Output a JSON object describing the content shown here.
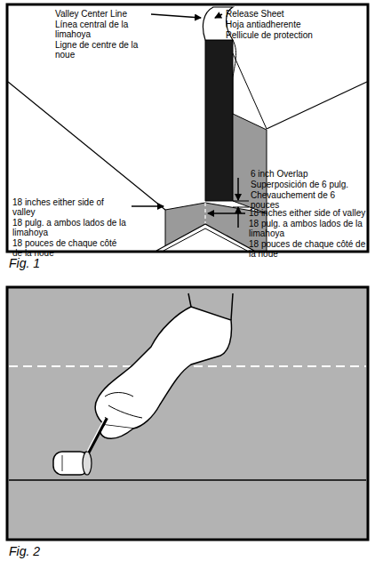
{
  "diagram": {
    "labels": [
      "Valley Center Line",
      "Línea central de la limahoya",
      "Ligne de centre de la noue",
      "Release Sheet",
      "Hoja antiadherente",
      "Pellicule de protection",
      "6 inch Overlap",
      "Superposición de 6 pulg.",
      "Chevauchement de 6 pouces",
      "18 inches either side of valley",
      "18 pulg. a ambos lados de la limahoya",
      "18 pouces de chaque côté de la noue",
      "18 inches either side of valley",
      "18 pulg. a ambos lados de la limahoya",
      "18 pouces de chaque côté de la noue",
      "Fig. 1",
      "Fig. 2"
    ]
  }
}
